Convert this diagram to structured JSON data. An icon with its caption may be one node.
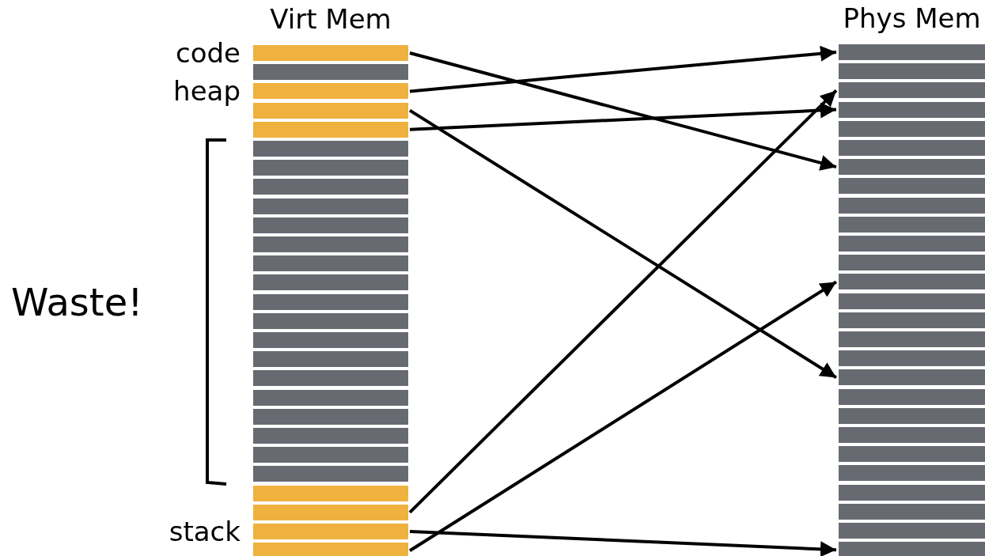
{
  "diagram": {
    "nodes": [
      {
        "text": [
          "Virt Mem"
        ]
      },
      {
        "text": [],
        "shape": "bar",
        "in": 0,
        "beside": [
          "code"
        ]
      },
      {
        "text": [],
        "shape": "bar",
        "in": 0
      },
      {
        "text": [],
        "shape": "bar",
        "in": 0,
        "beside": [
          "heap"
        ]
      },
      {
        "text": [],
        "shape": "bar",
        "in": 0
      },
      {
        "text": [],
        "shape": "bar",
        "in": 0
      },
      {
        "text": [],
        "shape": "bar",
        "in": 0
      },
      {
        "text": [],
        "shape": "bar",
        "in": 0
      },
      {
        "text": [],
        "shape": "bar",
        "in": 0
      },
      {
        "text": [],
        "shape": "bar",
        "in": 0
      },
      {
        "text": [],
        "shape": "bar",
        "in": 0
      },
      {
        "text": [],
        "shape": "bar",
        "in": 0
      },
      {
        "text": [],
        "shape": "bar",
        "in": 0
      },
      {
        "text": [],
        "shape": "bar",
        "in": 0
      },
      {
        "text": [],
        "shape": "bar",
        "in": 0
      },
      {
        "text": [],
        "shape": "bar",
        "in": 0
      },
      {
        "text": [],
        "shape": "bar",
        "in": 0
      },
      {
        "text": [],
        "shape": "bar",
        "in": 0
      },
      {
        "text": [],
        "shape": "bar",
        "in": 0
      },
      {
        "text": [],
        "shape": "bar",
        "in": 0
      },
      {
        "text": [],
        "shape": "bar",
        "in": 0
      },
      {
        "text": [],
        "shape": "bar",
        "in": 0
      },
      {
        "text": [],
        "shape": "bar",
        "in": 0
      },
      {
        "text": [],
        "shape": "bar",
        "in": 0
      },
      {
        "text": [],
        "shape": "bar",
        "in": 0
      },
      {
        "text": [],
        "shape": "bar",
        "in": 0
      },
      {
        "text": [],
        "shape": "bar",
        "in": 0,
        "beside": [
          "stack"
        ]
      },
      {
        "text": [],
        "shape": "bar",
        "in": 0
      },
      {
        "text": [
          "Phys Mem"
        ]
      },
      {
        "text": [],
        "shape": "bar",
        "in": 28
      },
      {
        "text": [],
        "shape": "bar",
        "in": 28
      },
      {
        "text": [],
        "shape": "bar",
        "in": 28
      },
      {
        "text": [],
        "shape": "bar",
        "in": 28
      },
      {
        "text": [],
        "shape": "bar",
        "in": 28
      },
      {
        "text": [],
        "shape": "bar",
        "in": 28
      },
      {
        "text": [],
        "shape": "bar",
        "in": 28
      },
      {
        "text": [],
        "shape": "bar",
        "in": 28
      },
      {
        "text": [],
        "shape": "bar",
        "in": 28
      },
      {
        "text": [],
        "shape": "bar",
        "in": 28
      },
      {
        "text": [],
        "shape": "bar",
        "in": 28
      },
      {
        "text": [],
        "shape": "bar",
        "in": 28
      },
      {
        "text": [],
        "shape": "bar",
        "in": 28
      },
      {
        "text": [],
        "shape": "bar",
        "in": 28
      },
      {
        "text": [],
        "shape": "bar",
        "in": 28
      },
      {
        "text": [],
        "shape": "bar",
        "in": 28
      },
      {
        "text": [],
        "shape": "bar",
        "in": 28
      },
      {
        "text": [],
        "shape": "bar",
        "in": 28
      },
      {
        "text": [],
        "shape": "bar",
        "in": 28
      },
      {
        "text": [],
        "shape": "bar",
        "in": 28
      },
      {
        "text": [],
        "shape": "bar",
        "in": 28
      },
      {
        "text": [],
        "shape": "bar",
        "in": 28
      },
      {
        "text": [],
        "shape": "bar",
        "in": 28
      },
      {
        "text": [],
        "shape": "bar",
        "in": 28
      },
      {
        "text": [],
        "shape": "bar",
        "in": 28
      },
      {
        "text": [],
        "shape": "bar",
        "in": 28
      },
      {
        "text": [],
        "shape": "bar",
        "in": 28
      }
    ],
    "edges": [
      {
        "from": 1,
        "to": 35,
        "arrow": "to"
      },
      {
        "from": 3,
        "to": 29,
        "arrow": "to"
      },
      {
        "from": 4,
        "to": 46,
        "arrow": "to"
      },
      {
        "from": 5,
        "to": 32,
        "arrow": "to"
      },
      {
        "from": 25,
        "to": 31,
        "arrow": "to"
      },
      {
        "from": 26,
        "to": 55,
        "arrow": "to"
      },
      {
        "from": 27,
        "to": 41,
        "arrow": "to"
      }
    ],
    "labels": [
      "Waste!"
    ]
  }
}
